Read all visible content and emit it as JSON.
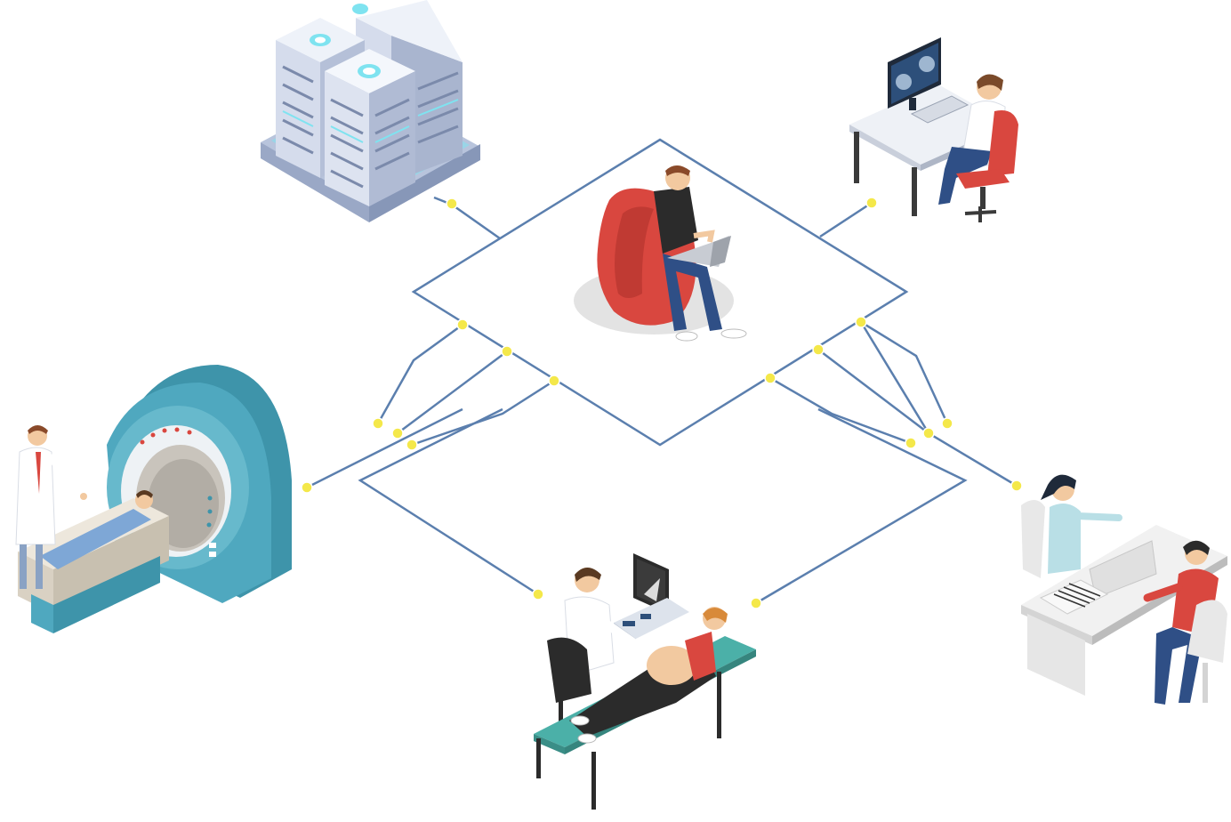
{
  "diagram": {
    "kind": "isometric medical network illustration",
    "text_labels": [],
    "nodes": [
      {
        "id": "server",
        "icon": "server-rack-icon",
        "role": "data storage"
      },
      {
        "id": "remote-worker",
        "icon": "person-with-laptop-icon",
        "role": "remote access"
      },
      {
        "id": "radiologist",
        "icon": "radiologist-workstation-icon",
        "role": "image review"
      },
      {
        "id": "mri",
        "icon": "mri-scanner-icon",
        "role": "imaging"
      },
      {
        "id": "ultrasound",
        "icon": "ultrasound-exam-icon",
        "role": "imaging"
      },
      {
        "id": "consultation",
        "icon": "doctor-consultation-icon",
        "role": "consultation"
      }
    ],
    "connections": [
      [
        "server",
        "remote-worker"
      ],
      [
        "radiologist",
        "remote-worker"
      ],
      [
        "mri",
        "remote-worker"
      ],
      [
        "ultrasound",
        "remote-worker"
      ],
      [
        "consultation",
        "remote-worker"
      ]
    ]
  },
  "colors": {
    "line": "#5b7fae",
    "node_dot": "#f4e84a",
    "mri": "#4fa8bf",
    "chair_red": "#d9473f",
    "server": "#c9d3e6",
    "server_glow": "#7fe3f0",
    "table_teal": "#4bb0a8",
    "skin": "#f2c9a0"
  }
}
